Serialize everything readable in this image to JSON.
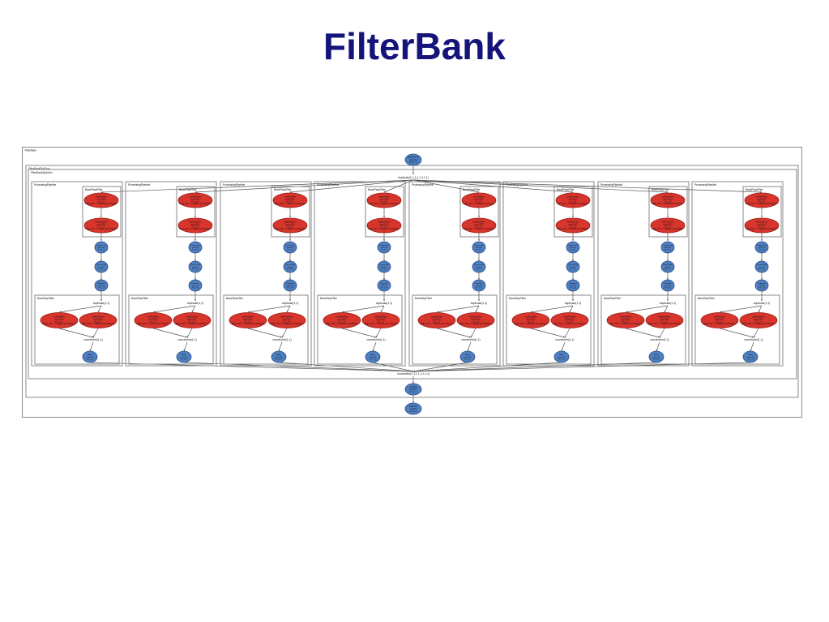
{
  "slide": {
    "title": "FilterBank"
  },
  "graph": {
    "outer_label": "FilterBank",
    "splitjoin_outer_label": "FilterBankSplitJoin",
    "splitjoin_inner_label": "FilterBankSplitJoin",
    "pipeline_label": "ProcessingPipeline",
    "bandpass_label": "BandPassFilter",
    "bandstop_label": "BandStopFilter",
    "split_label": "duplicate(1,1,1,1,1,1,1,1)",
    "join_label": "roundrobin(1,1,1,1,1,1,1,1)",
    "stop_split_label": "duplicate(1,1)",
    "stop_join_label": "roundrobin(1,1)",
    "low_pass_lines": [
      "LowPassFilter",
      "work=3621",
      "I/O: 1->1",
      "PEEK: 128 ->*** PEEKS 127 AHEAD***"
    ],
    "high_pass_lines": [
      "HighPassFilter",
      "work=3621",
      "I/O: 1->1",
      "PEEK: 128 ->*** PEEKS 127 AHEAD***"
    ],
    "small_nodes": {
      "source": [
        "DataSource",
        "work=13",
        "I/O: 0->1"
      ],
      "compressor": [
        "Compressor",
        "work=41",
        "I/O: 8->1"
      ],
      "process": [
        "ProcessFilter",
        "work=6",
        "I/O: 1->1"
      ],
      "expander": [
        "Expander",
        "work=41",
        "I/O: 1->8"
      ],
      "adder": [
        "Adder",
        "work=23",
        "I/O: 2->1"
      ],
      "combine": [
        "Combine",
        "work=47",
        "I/O: 8->1"
      ],
      "sink": [
        "DataSink",
        "work=6",
        "I/O: 1->0"
      ]
    },
    "colors": {
      "red_fill": "#d8352c",
      "red_stroke": "#9a1d16",
      "blue_fill": "#4f7fc0",
      "blue_stroke": "#2a4f88",
      "frame": "#888888",
      "edge": "#555555",
      "title": "#14147a"
    }
  }
}
